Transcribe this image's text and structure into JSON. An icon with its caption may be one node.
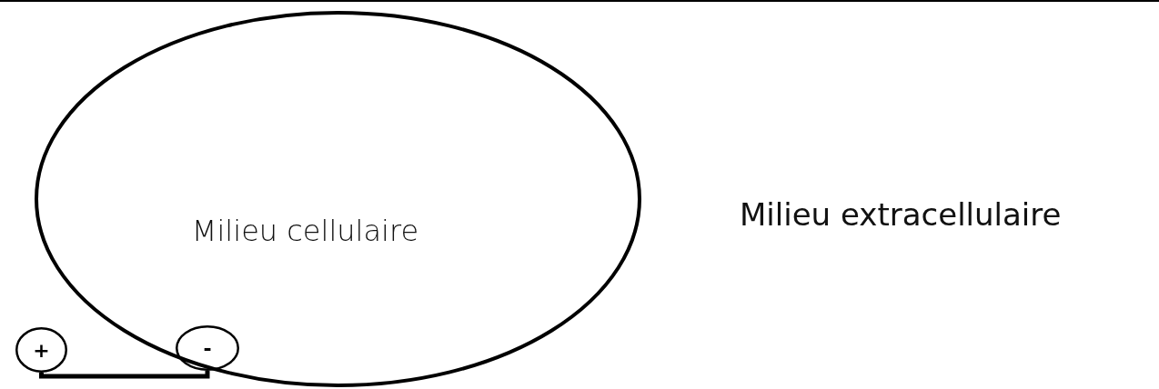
{
  "diagram": {
    "nodes": [
      {
        "text": [
          "Milieu cellulaire"
        ]
      },
      {
        "text": [
          "+"
        ]
      },
      {
        "text": [
          "-"
        ],
        "in": 0
      }
    ],
    "edges": [
      {
        "from": 1,
        "to": 2,
        "arrow": "none"
      }
    ],
    "labels": [
      "Milieu extracellulaire"
    ]
  }
}
